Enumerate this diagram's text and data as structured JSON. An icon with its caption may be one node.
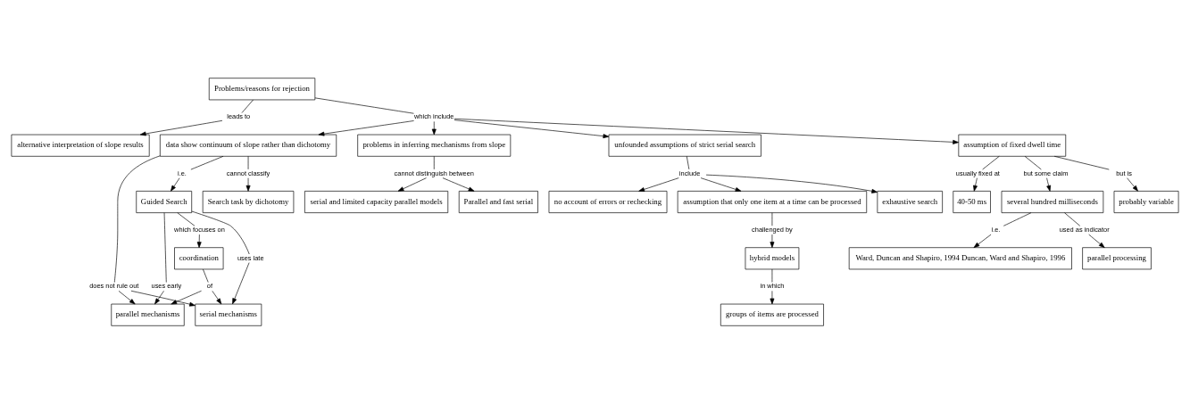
{
  "diagram": {
    "nodes": [
      {
        "text": [
          "Problems/reasons for rejection"
        ]
      },
      {
        "text": [
          "leads to"
        ]
      },
      {
        "text": [
          "alternative interpretation of slope results"
        ]
      },
      {
        "text": [
          "which include"
        ]
      },
      {
        "text": [
          "problems in inferring mechanisms from slope"
        ]
      },
      {
        "text": [
          "cannot distinguish between"
        ]
      },
      {
        "text": [
          "Parallel and fast serial"
        ]
      },
      {
        "text": [
          "serial and limited capacity parallel models"
        ]
      },
      {
        "text": [
          "unfounded assumptions of strict serial search"
        ]
      },
      {
        "text": [
          "include"
        ]
      },
      {
        "text": [
          "exhaustive search"
        ]
      },
      {
        "text": [
          "no account of errors or rechecking"
        ]
      },
      {
        "text": [
          "assumption that only one item at a time can be processed"
        ]
      },
      {
        "text": [
          "challenged by"
        ]
      },
      {
        "text": [
          "hybrid models"
        ]
      },
      {
        "text": [
          "in which"
        ]
      },
      {
        "text": [
          "groups of items are processed"
        ]
      },
      {
        "text": [
          "assumption of fixed dwell time"
        ]
      },
      {
        "text": [
          "but is"
        ]
      },
      {
        "text": [
          "probably variable"
        ]
      },
      {
        "text": [
          "usually fixed at"
        ]
      },
      {
        "text": [
          "40-50 ms"
        ]
      },
      {
        "text": [
          "but some claim"
        ]
      },
      {
        "text": [
          "several hundred milliseconds"
        ]
      },
      {
        "text": [
          "i.e."
        ]
      },
      {
        "text": [
          "Ward, Duncan and Shapiro, 1994 Duncan, Ward and Shapiro, 1996"
        ]
      },
      {
        "text": [
          "used as indicator"
        ]
      },
      {
        "text": [
          "parallel processing"
        ]
      },
      {
        "text": [
          "data show continuum of slope rather than dichotomy"
        ]
      },
      {
        "text": [
          "cannot classify"
        ]
      },
      {
        "text": [
          "Search task by dichotomy"
        ]
      },
      {
        "text": [
          "does not rule out"
        ]
      },
      {
        "text": [
          "i.e."
        ]
      },
      {
        "text": [
          "Guided Search"
        ]
      },
      {
        "text": [
          "uses early"
        ]
      },
      {
        "text": [
          "uses late"
        ]
      },
      {
        "text": [
          "which focuses on"
        ]
      },
      {
        "text": [
          "parallel mechanisms"
        ]
      },
      {
        "text": [
          "serial mechanisms"
        ]
      },
      {
        "text": [
          "coordination"
        ]
      },
      {
        "text": [
          "of"
        ]
      }
    ],
    "edges": [
      {
        "from": 0,
        "to": 1,
        "arrow": "none"
      },
      {
        "from": 1,
        "to": 2,
        "arrow": "to"
      },
      {
        "from": 0,
        "to": 3,
        "arrow": "none"
      },
      {
        "from": 3,
        "to": 4,
        "arrow": "to"
      },
      {
        "from": 3,
        "to": 8,
        "arrow": "to"
      },
      {
        "from": 3,
        "to": 17,
        "arrow": "to"
      },
      {
        "from": 3,
        "to": 28,
        "arrow": "to"
      },
      {
        "from": 4,
        "to": 5,
        "arrow": "none"
      },
      {
        "from": 5,
        "to": 6,
        "arrow": "to"
      },
      {
        "from": 5,
        "to": 7,
        "arrow": "to"
      },
      {
        "from": 8,
        "to": 9,
        "arrow": "none"
      },
      {
        "from": 9,
        "to": 10,
        "arrow": "to"
      },
      {
        "from": 9,
        "to": 11,
        "arrow": "to"
      },
      {
        "from": 9,
        "to": 12,
        "arrow": "to"
      },
      {
        "from": 12,
        "to": 13,
        "arrow": "none"
      },
      {
        "from": 13,
        "to": 14,
        "arrow": "to"
      },
      {
        "from": 14,
        "to": 15,
        "arrow": "none"
      },
      {
        "from": 15,
        "to": 16,
        "arrow": "to"
      },
      {
        "from": 17,
        "to": 18,
        "arrow": "none"
      },
      {
        "from": 18,
        "to": 19,
        "arrow": "to"
      },
      {
        "from": 17,
        "to": 20,
        "arrow": "none"
      },
      {
        "from": 20,
        "to": 21,
        "arrow": "to"
      },
      {
        "from": 17,
        "to": 22,
        "arrow": "none"
      },
      {
        "from": 22,
        "to": 23,
        "arrow": "to"
      },
      {
        "from": 23,
        "to": 24,
        "arrow": "none"
      },
      {
        "from": 24,
        "to": 25,
        "arrow": "to"
      },
      {
        "from": 23,
        "to": 26,
        "arrow": "none"
      },
      {
        "from": 26,
        "to": 27,
        "arrow": "to"
      },
      {
        "from": 28,
        "to": 29,
        "arrow": "none"
      },
      {
        "from": 29,
        "to": 30,
        "arrow": "to"
      },
      {
        "from": 28,
        "to": 31,
        "arrow": "none"
      },
      {
        "from": 31,
        "to": 37,
        "arrow": "to"
      },
      {
        "from": 31,
        "to": 38,
        "arrow": "to"
      },
      {
        "from": 28,
        "to": 32,
        "arrow": "none"
      },
      {
        "from": 32,
        "to": 33,
        "arrow": "to"
      },
      {
        "from": 33,
        "to": 34,
        "arrow": "none"
      },
      {
        "from": 34,
        "to": 37,
        "arrow": "to"
      },
      {
        "from": 33,
        "to": 35,
        "arrow": "none"
      },
      {
        "from": 35,
        "to": 38,
        "arrow": "to"
      },
      {
        "from": 33,
        "to": 36,
        "arrow": "none"
      },
      {
        "from": 36,
        "to": 39,
        "arrow": "to"
      },
      {
        "from": 39,
        "to": 40,
        "arrow": "none"
      },
      {
        "from": 40,
        "to": 37,
        "arrow": "to"
      },
      {
        "from": 40,
        "to": 38,
        "arrow": "to"
      }
    ]
  }
}
